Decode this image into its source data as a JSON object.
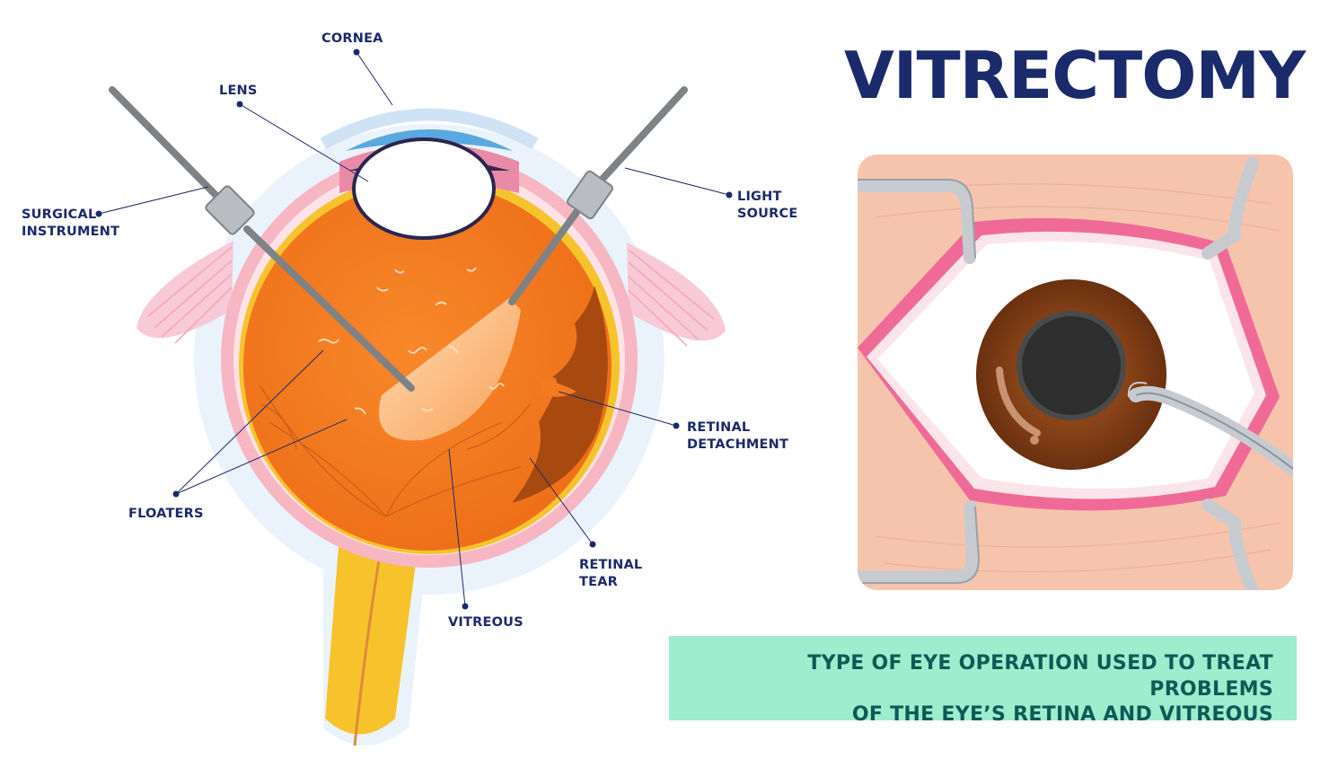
{
  "title": "VITRECTOMY",
  "caption": {
    "line1": "TYPE OF EYE OPERATION USED TO TREAT PROBLEMS",
    "line2": "OF THE EYE’S RETINA AND VITREOUS"
  },
  "labels": {
    "cornea": "CORNEA",
    "lens": "LENS",
    "surgical_instrument": [
      "SURGICAL",
      "INSTRUMENT"
    ],
    "light_source": [
      "LIGHT",
      "SOURCE"
    ],
    "retinal_detachment": [
      "RETINAL",
      "DETACHMENT"
    ],
    "floaters": "FLOATERS",
    "retinal_tear": [
      "RETINAL",
      "TEAR"
    ],
    "vitreous": "VITREOUS"
  },
  "colors": {
    "title": "#1b2a6b",
    "label": "#1b2a6b",
    "caption_bg": "#9eedcf",
    "caption_text": "#0f5a55",
    "vitreous": "#f47a20",
    "retina_detached": "#a8490f",
    "optic_nerve": "#f6c32c",
    "sclera_pink": "#f6b6c2",
    "cornea_blue": "#5aa8e0",
    "skin": "#f6c4ad",
    "iris": "#7a3a16"
  }
}
